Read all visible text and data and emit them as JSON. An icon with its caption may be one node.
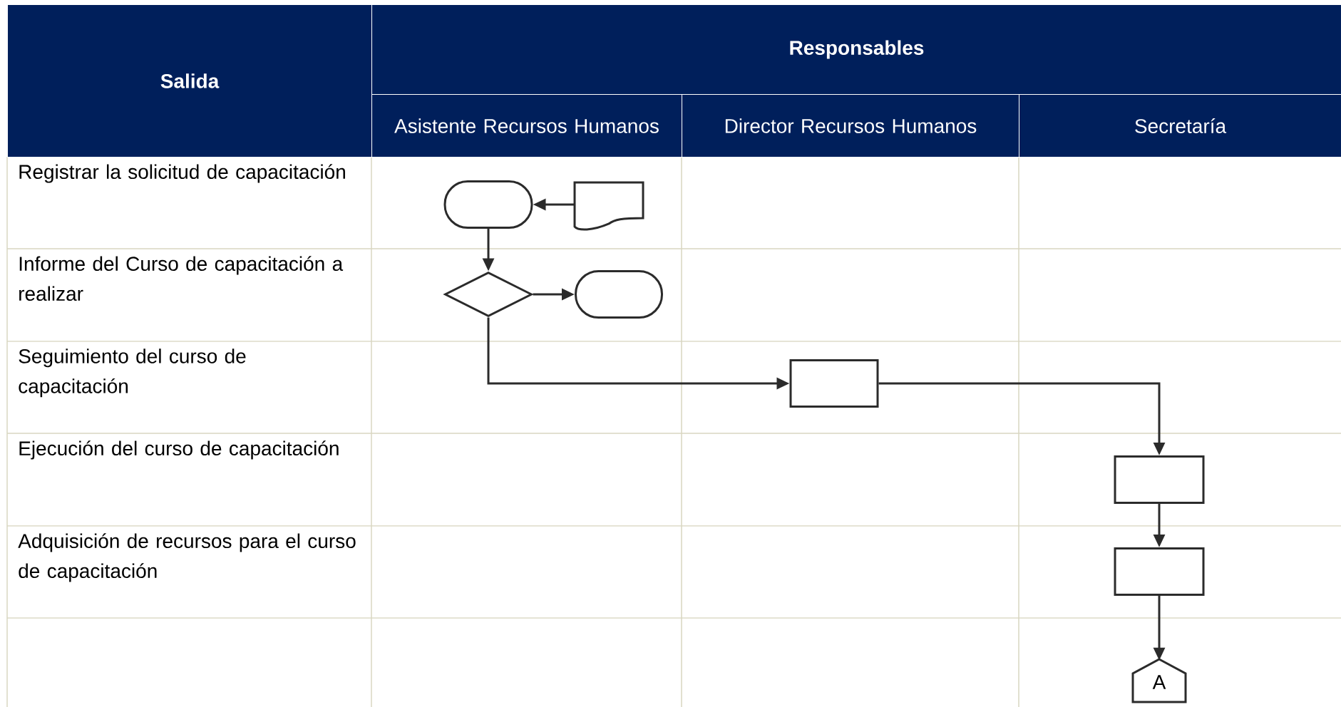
{
  "diagram": {
    "nodes": [
      {
        "text": [],
        "shape": "terminal"
      },
      {
        "text": [],
        "shape": "document"
      },
      {
        "text": [],
        "shape": "diamond"
      },
      {
        "text": [],
        "shape": "terminal"
      },
      {
        "text": [],
        "shape": "box"
      },
      {
        "text": [],
        "shape": "box"
      },
      {
        "text": [],
        "shape": "box"
      },
      {
        "text": [
          "A"
        ]
      }
    ],
    "edges": [
      {
        "from": 1,
        "to": 0,
        "arrow": "to"
      },
      {
        "from": 0,
        "to": 2,
        "arrow": "to"
      },
      {
        "from": 2,
        "to": 3,
        "arrow": "to"
      },
      {
        "from": 2,
        "to": 4,
        "arrow": "to"
      },
      {
        "from": 4,
        "to": 5,
        "arrow": "to"
      },
      {
        "from": 5,
        "to": 6,
        "arrow": "to"
      },
      {
        "from": 6,
        "to": 7,
        "arrow": "to"
      }
    ],
    "labels": [
      "Salida",
      "Responsables",
      "Asistente Recursos Humanos",
      "Director Recursos Humanos",
      "Secretaría",
      "Registrar la solicitud de capacitación",
      "Informe del Curso de capacitación a realizar",
      "Seguimiento del curso de capacitación",
      "Ejecución del curso de capacitación",
      "Adquisición de recursos para el curso de capacitación"
    ]
  }
}
